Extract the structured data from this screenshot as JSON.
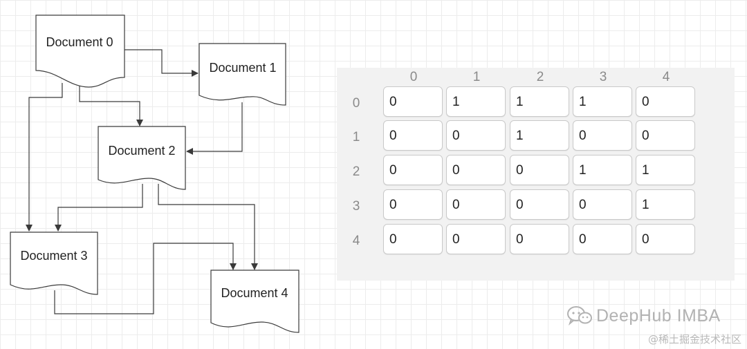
{
  "diagram": {
    "nodes": [
      {
        "id": "doc0",
        "label": "Document 0"
      },
      {
        "id": "doc1",
        "label": "Document 1"
      },
      {
        "id": "doc2",
        "label": "Document 2"
      },
      {
        "id": "doc3",
        "label": "Document 3"
      },
      {
        "id": "doc4",
        "label": "Document 4"
      }
    ],
    "edges": [
      {
        "from": "doc0",
        "to": "doc1"
      },
      {
        "from": "doc0",
        "to": "doc2"
      },
      {
        "from": "doc0",
        "to": "doc3"
      },
      {
        "from": "doc1",
        "to": "doc2"
      },
      {
        "from": "doc2",
        "to": "doc3"
      },
      {
        "from": "doc2",
        "to": "doc4"
      },
      {
        "from": "doc3",
        "to": "doc4"
      }
    ]
  },
  "matrix": {
    "column_headers": [
      "0",
      "1",
      "2",
      "3",
      "4"
    ],
    "row_headers": [
      "0",
      "1",
      "2",
      "3",
      "4"
    ],
    "rows": [
      [
        "0",
        "1",
        "1",
        "1",
        "0"
      ],
      [
        "0",
        "0",
        "1",
        "0",
        "0"
      ],
      [
        "0",
        "0",
        "0",
        "1",
        "1"
      ],
      [
        "0",
        "0",
        "0",
        "0",
        "1"
      ],
      [
        "0",
        "0",
        "0",
        "0",
        "0"
      ]
    ]
  },
  "watermark": {
    "text": "DeepHub IMBA",
    "source": "@稀土掘金技术社区"
  },
  "colors": {
    "stroke": "#3a3a3a",
    "panel_background": "#f2f2f2",
    "header_text": "#8a8a8a",
    "watermark_text": "#b2b2b2"
  }
}
